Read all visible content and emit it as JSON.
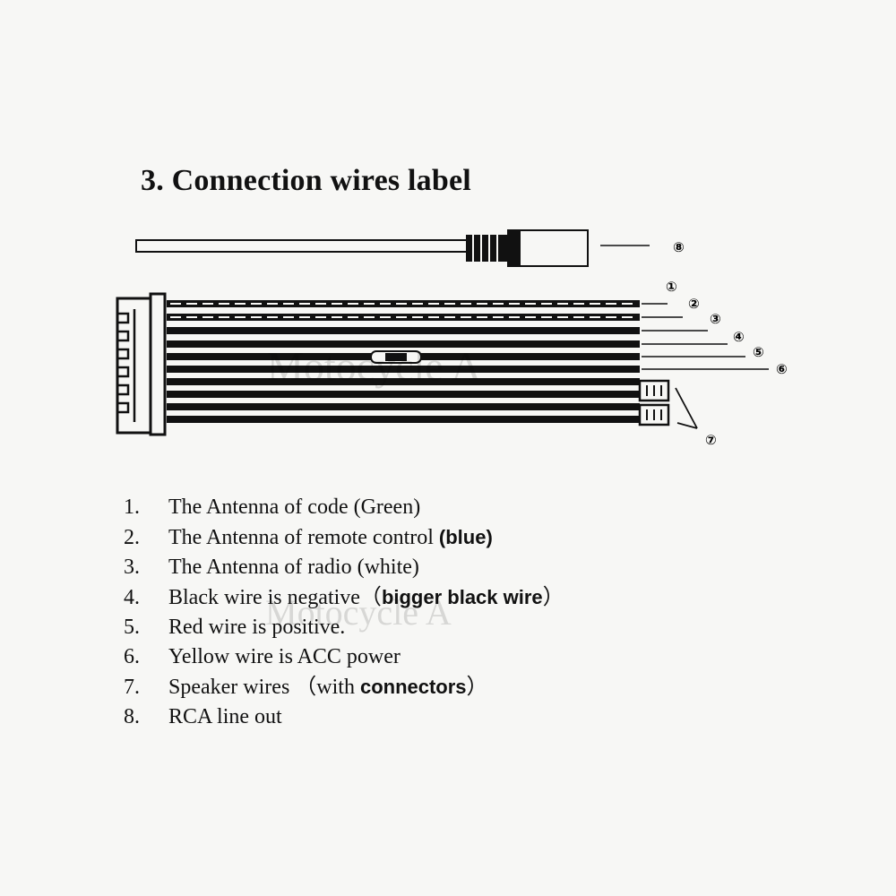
{
  "title": "3. Connection wires label",
  "watermark": "Motocycle A",
  "callouts": [
    "①",
    "②",
    "③",
    "④",
    "⑤",
    "⑥",
    "⑦",
    "⑧"
  ],
  "items": [
    {
      "num": "1.",
      "text": "The Antenna of code (Green)",
      "bold": ""
    },
    {
      "num": "2.",
      "text": "The Antenna of remote control ",
      "bold": "(blue)"
    },
    {
      "num": "3.",
      "text": "The Antenna of radio (white)",
      "bold": ""
    },
    {
      "num": "4.",
      "text": "Black wire is negative（",
      "bold": "bigger black wire",
      "tail": "）"
    },
    {
      "num": "5.",
      "text": "Red wire is positive.",
      "bold": ""
    },
    {
      "num": "6.",
      "text": "Yellow wire is ACC power",
      "bold": ""
    },
    {
      "num": "7.",
      "text": "Speaker wires （with ",
      "bold": "connectors",
      "tail": "）"
    },
    {
      "num": "8.",
      "text": "RCA line out",
      "bold": ""
    }
  ]
}
